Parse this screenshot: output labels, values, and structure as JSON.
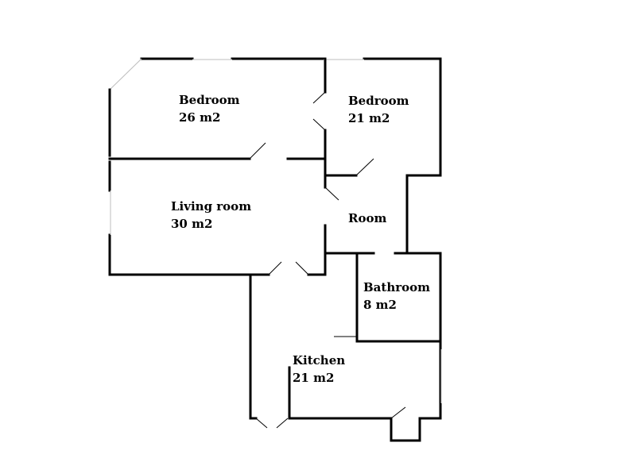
{
  "rooms": {
    "bedroom_1": {
      "name": "Bedroom",
      "area": "26 m2"
    },
    "bedroom_2": {
      "name": "Bedroom",
      "area": "21 m2"
    },
    "living_room": {
      "name": "Living room",
      "area": "30 m2"
    },
    "room": {
      "name": "Room"
    },
    "bathroom": {
      "name": "Bathroom",
      "area": "8 m2"
    },
    "kitchen": {
      "name": "Kitchen",
      "area": "21 m2"
    }
  }
}
